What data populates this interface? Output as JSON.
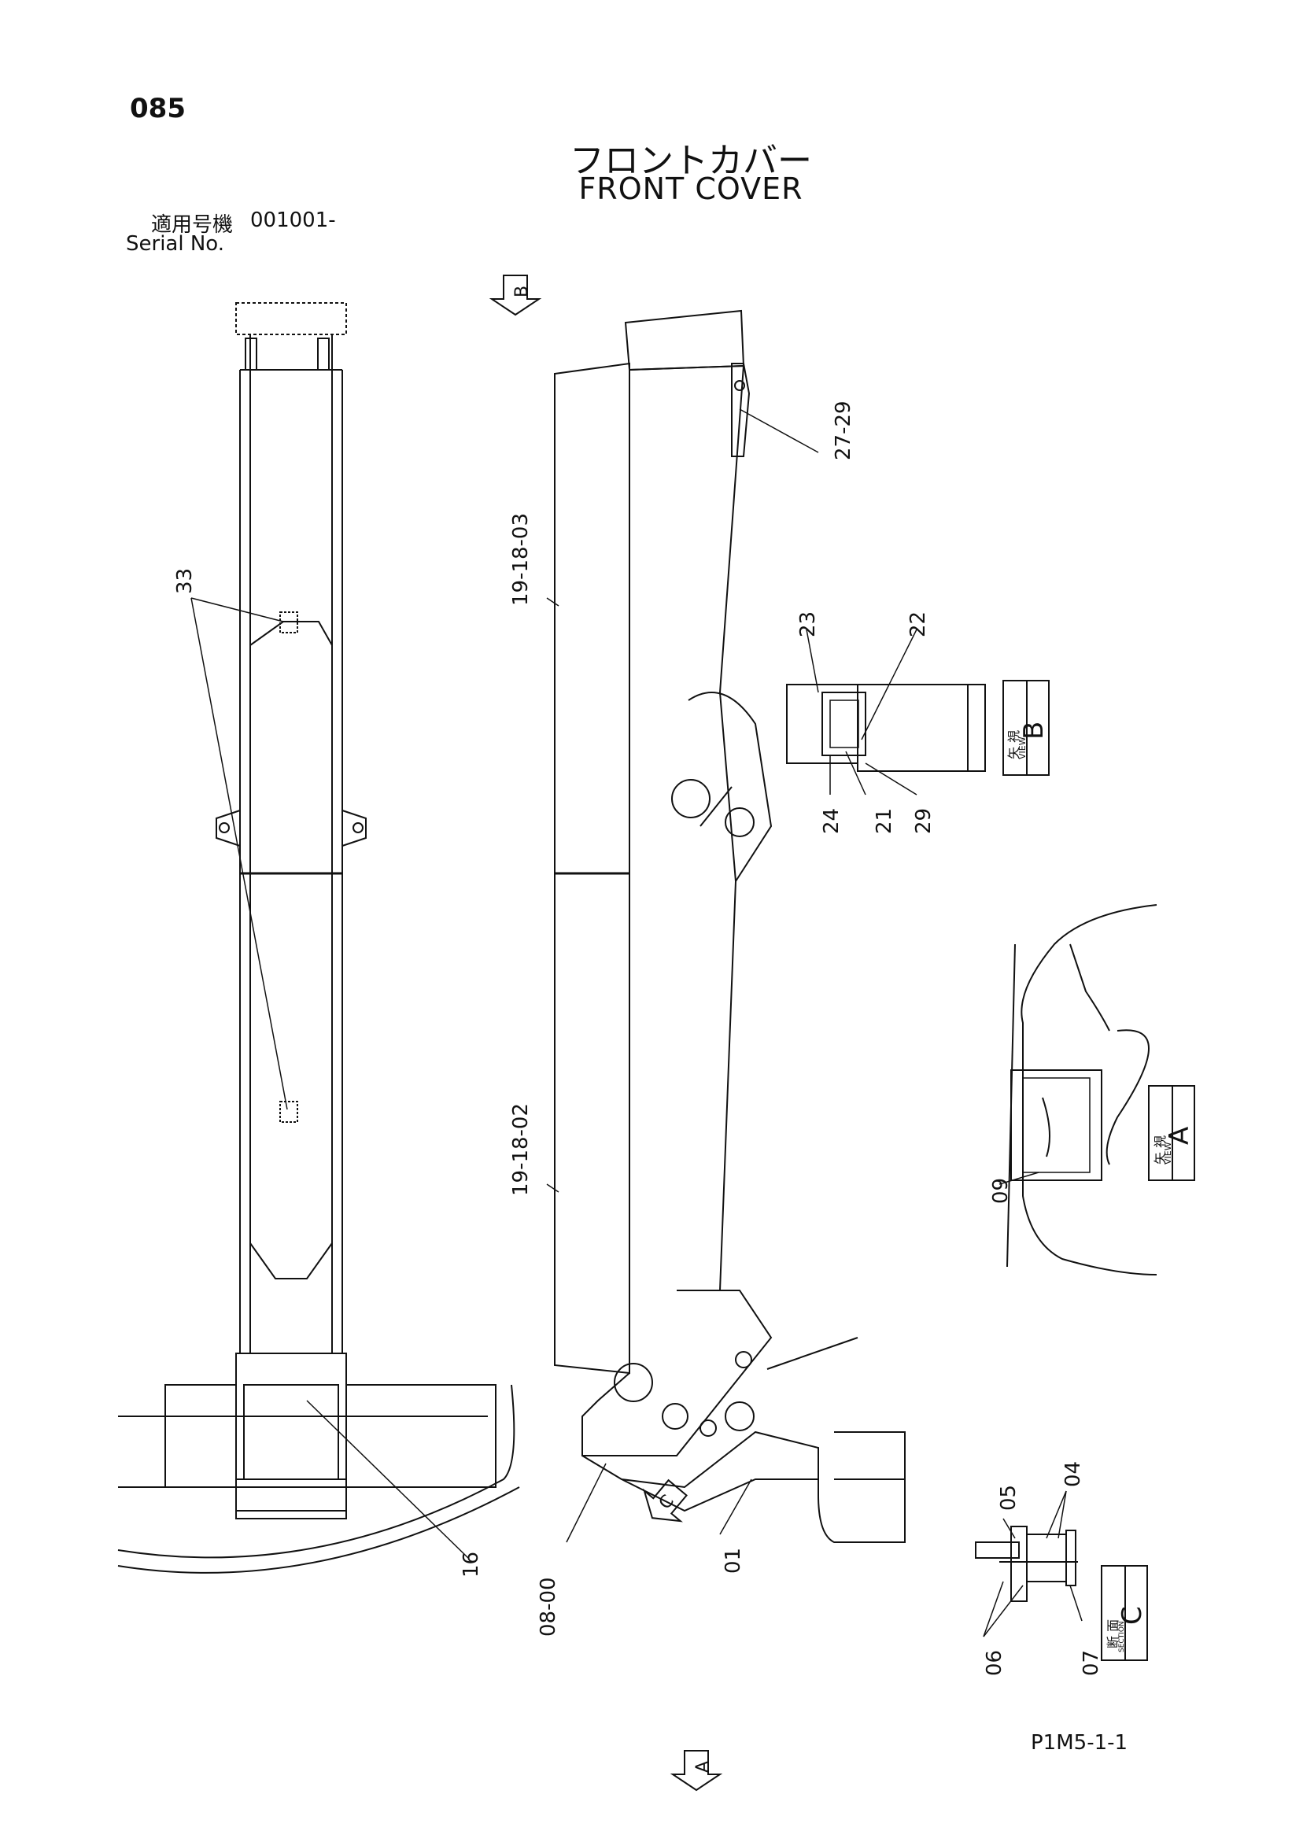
{
  "page_number": "085",
  "title_jp": "フロントカバー",
  "title_en": "FRONT COVER",
  "serial": {
    "label_jp": "適用号機",
    "label_en": "Serial No.",
    "value": "001001-"
  },
  "drawing_code": "P1M5-1-1",
  "view_b": {
    "jp": "矢 視",
    "en": "VIEW",
    "letter": "B"
  },
  "view_a": {
    "jp": "矢 視",
    "en": "VIEW",
    "letter": "A"
  },
  "section_c": {
    "jp": "断 面",
    "en": "SECTION",
    "letter": "C"
  },
  "arrows": {
    "b": "B",
    "a": "A",
    "c": "C"
  },
  "callouts": {
    "c33": "33",
    "c19_18_03": "19-18-03",
    "c19_18_02": "19-18-02",
    "c27_29": "27-29",
    "c23": "23",
    "c22": "22",
    "c24": "24",
    "c21": "21",
    "c29": "29",
    "c09": "09",
    "c16": "16",
    "c08_00": "08-00",
    "c01": "01",
    "c05": "05",
    "c04": "04",
    "c06": "06",
    "c07": "07"
  }
}
